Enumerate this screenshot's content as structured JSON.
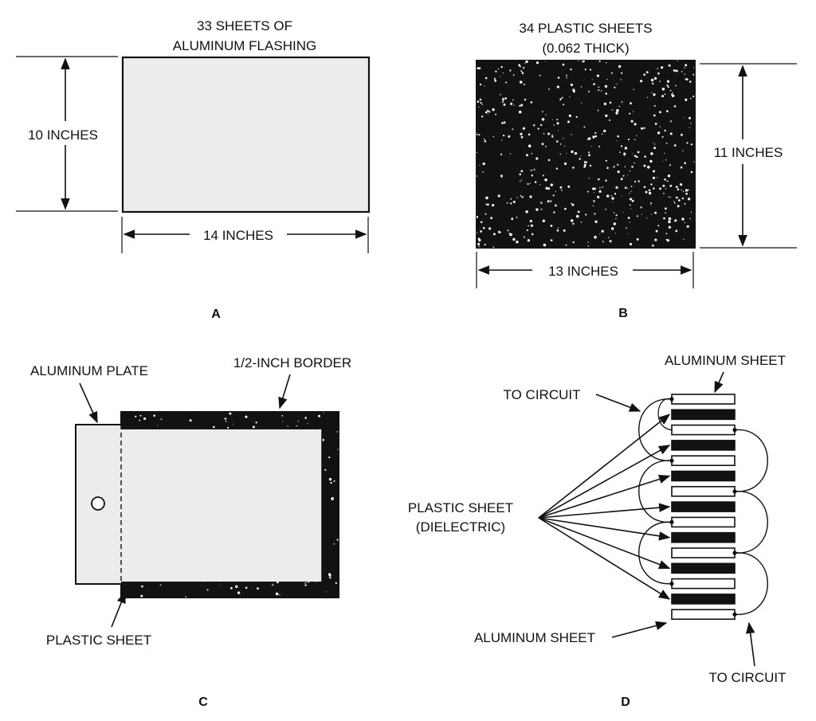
{
  "colors": {
    "ink": "#111111",
    "aluminum": "#ececea",
    "plastic": "#121212",
    "speckle": "#f4f4f4"
  },
  "panel_a": {
    "title_line1": "33 SHEETS OF",
    "title_line2": "ALUMINUM FLASHING",
    "height_label": "10 INCHES",
    "width_label": "14 INCHES",
    "letter": "A"
  },
  "panel_b": {
    "title_line1": "34 PLASTIC SHEETS",
    "title_line2": "(0.062 THICK)",
    "height_label": "11 INCHES",
    "width_label": "13 INCHES",
    "letter": "B"
  },
  "panel_c": {
    "plate_label": "ALUMINUM PLATE",
    "border_label": "1/2-INCH BORDER",
    "sheet_label": "PLASTIC SHEET",
    "letter": "C"
  },
  "panel_d": {
    "top_sheet_label": "ALUMINUM SHEET",
    "top_circuit_label": "TO CIRCUIT",
    "dielectric_line1": "PLASTIC SHEET",
    "dielectric_line2": "(DIELECTRIC)",
    "bottom_sheet_label": "ALUMINUM SHEET",
    "bottom_circuit_label": "TO CIRCUIT",
    "letter": "D"
  }
}
